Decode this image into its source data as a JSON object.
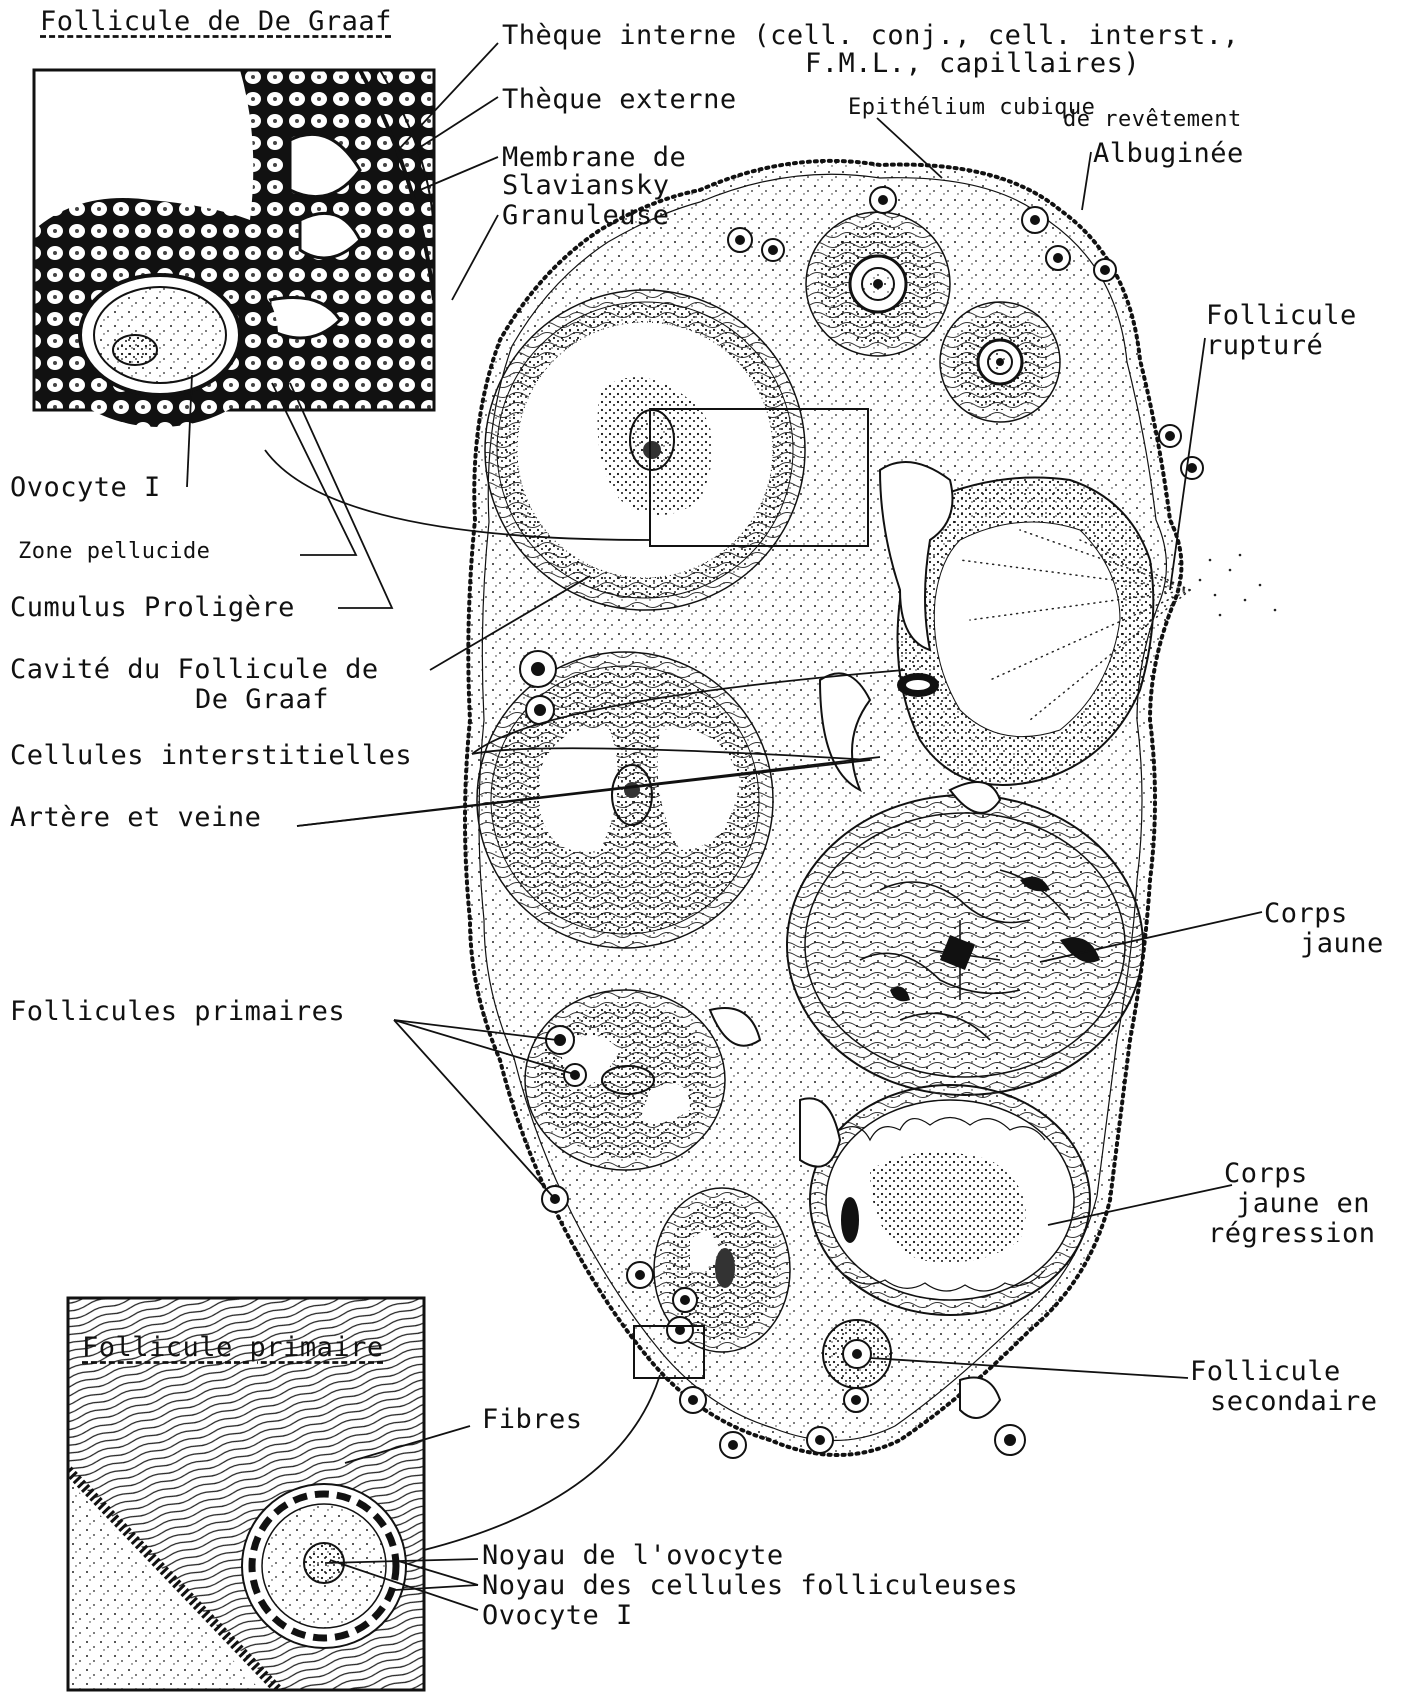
{
  "titles": {
    "de_graaf": "Follicule de De Graaf",
    "primaire": "Follicule primaire"
  },
  "labels": {
    "theque_interne_1": "Thèque interne (cell. conj., cell. interst.,",
    "theque_interne_2": "F.M.L., capillaires)",
    "theque_externe": "Thèque externe",
    "epithelium_1": "Epithélium cubique",
    "epithelium_2": "de revêtement",
    "albuginee": "Albuginée",
    "membrane_1": "Membrane de",
    "membrane_2": "Slaviansky",
    "granuleuse": "Granuleuse",
    "follicule_rupture_1": "Follicule",
    "follicule_rupture_2": "rupturé",
    "ovocyte": "Ovocyte I",
    "zone_pellucide": "Zone pellucide",
    "cumulus": "Cumulus Proligère",
    "cavite_1": "Cavité du Follicule de",
    "cavite_2": "De Graaf",
    "cellules_interstitielles": "Cellules interstitielles",
    "artere_veine": "Artère et veine",
    "corps_jaune_1": "Corps",
    "corps_jaune_2": "jaune",
    "follicules_primaires": "Follicules primaires",
    "corps_regression_1": "Corps",
    "corps_regression_2": "jaune en",
    "corps_regression_3": "régression",
    "follicule_secondaire_1": "Follicule",
    "follicule_secondaire_2": "secondaire",
    "fibres": "Fibres",
    "noyau_ovocyte": "Noyau de l'ovocyte",
    "noyau_folliculeuses": "Noyau des cellules folliculeuses",
    "ovocyte_primaire": "Ovocyte I"
  }
}
